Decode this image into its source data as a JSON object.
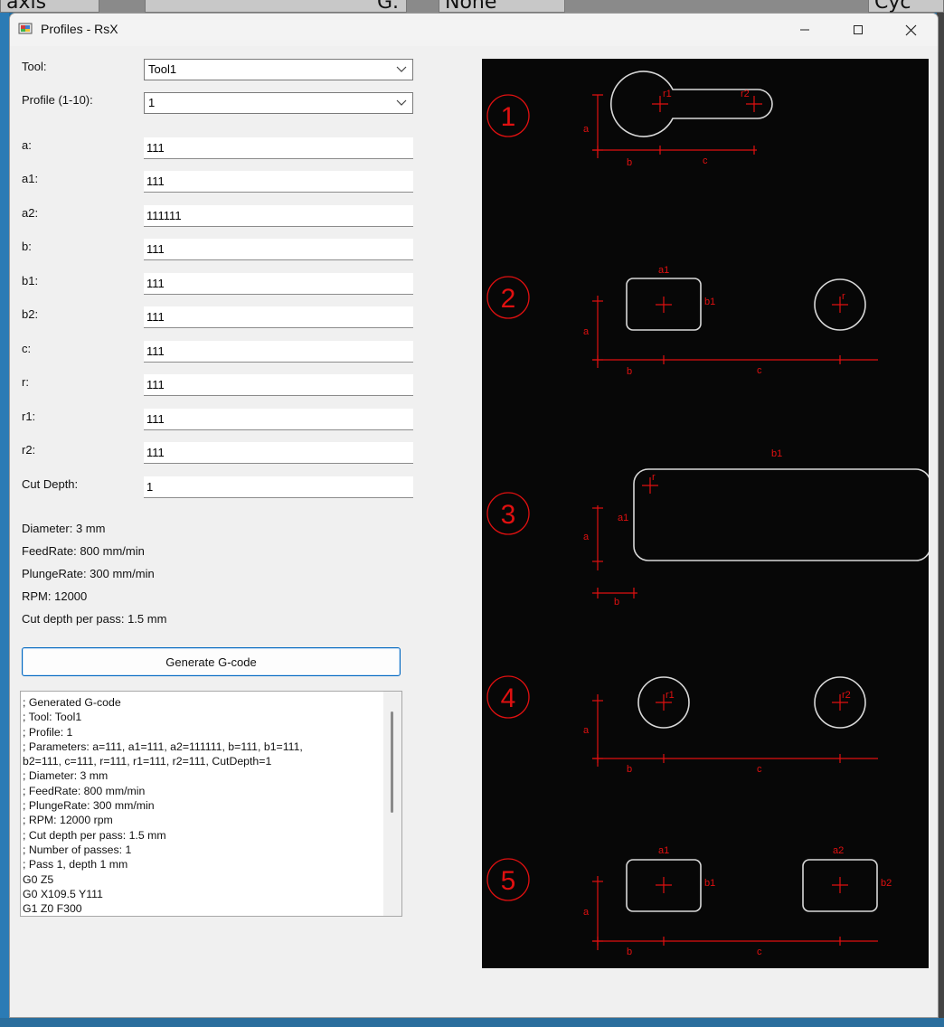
{
  "window": {
    "title": "Profiles - RsX"
  },
  "background": {
    "tiles": [
      "axis",
      "G.",
      "None",
      "Cyc"
    ]
  },
  "form": {
    "tool": {
      "label": "Tool:",
      "value": "Tool1"
    },
    "profile": {
      "label": "Profile (1-10):",
      "value": "1"
    },
    "fields": [
      {
        "label": "a:",
        "value": "111"
      },
      {
        "label": "a1:",
        "value": "111"
      },
      {
        "label": "a2:",
        "value": "111111"
      },
      {
        "label": "b:",
        "value": "111"
      },
      {
        "label": "b1:",
        "value": "111"
      },
      {
        "label": "b2:",
        "value": "111"
      },
      {
        "label": "c:",
        "value": "111"
      },
      {
        "label": "r:",
        "value": "111"
      },
      {
        "label": "r1:",
        "value": "111"
      },
      {
        "label": "r2:",
        "value": "111"
      },
      {
        "label": "Cut Depth:",
        "value": "1"
      }
    ]
  },
  "info": {
    "diameter": "Diameter: 3 mm",
    "feedrate": "FeedRate: 800 mm/min",
    "plungerate": "PlungeRate: 300 mm/min",
    "rpm": "RPM: 12000",
    "cutdepth": "Cut depth per pass: 1.5 mm"
  },
  "generate_button": "Generate G-code",
  "gcode_lines": [
    "; Generated G-code",
    "; Tool: Tool1",
    "; Profile: 1",
    "; Parameters: a=111, a1=111, a2=111111, b=111, b1=111,",
    "b2=111, c=111, r=111, r1=111, r2=111, CutDepth=1",
    "; Diameter: 3 mm",
    "; FeedRate: 800 mm/min",
    "; PlungeRate: 300 mm/min",
    "; RPM: 12000 rpm",
    "; Cut depth per pass: 1.5 mm",
    "; Number of passes: 1",
    "; Pass 1, depth 1 mm",
    "G0 Z5",
    "G0 X109.5 Y111",
    "G1 Z0 F300"
  ],
  "diagram": {
    "numbers": [
      "1",
      "2",
      "3",
      "4",
      "5"
    ],
    "labels": {
      "p1": {
        "r1": "r1",
        "r2": "r2",
        "a": "a",
        "b": "b",
        "c": "c"
      },
      "p2": {
        "a1": "a1",
        "b1": "b1",
        "r": "r",
        "a": "a",
        "b": "b",
        "c": "c"
      },
      "p3": {
        "b1": "b1",
        "r": "r",
        "a1": "a1",
        "a": "a",
        "b": "b"
      },
      "p4": {
        "r1": "r1",
        "r2": "r2",
        "a": "a",
        "b": "b",
        "c": "c"
      },
      "p5": {
        "a1": "a1",
        "b1": "b1",
        "a2": "a2",
        "b2": "b2",
        "a": "a",
        "b": "b",
        "c": "c"
      }
    },
    "colors": {
      "background": "#070707",
      "dimension": "#e01010",
      "shape": "#d8d8d8"
    }
  }
}
